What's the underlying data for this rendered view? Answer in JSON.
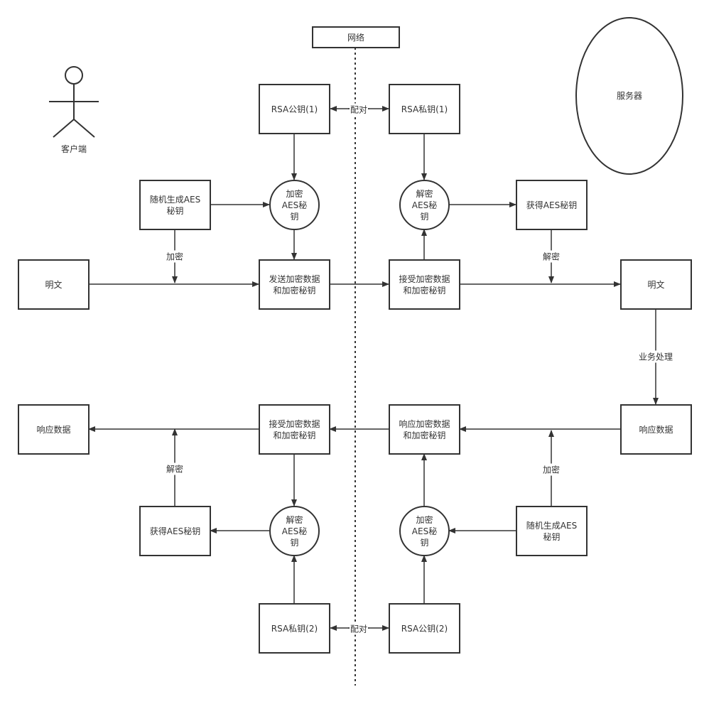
{
  "network": "网络",
  "server": "服务器",
  "client": "客户端",
  "nodes": {
    "rsa_pub1": "RSA公钥(1)",
    "rsa_priv1": "RSA私钥(1)",
    "gen_aes_top": "随机生成AES\n秘钥",
    "get_aes_top": "获得AES秘钥",
    "enc_aes_top": "加密\nAES秘\n钥",
    "dec_aes_top": "解密\nAES秘\n钥",
    "plain_left": "明文",
    "send_enc": "发送加密数据\n和加密秘钥",
    "recv_enc": "接受加密数据\n和加密秘钥",
    "plain_right": "明文",
    "resp_left": "响应数据",
    "recv_enc2": "接受加密数据\n和加密秘钥",
    "resp_enc": "响应加密数据\n和加密秘钥",
    "resp_right": "响应数据",
    "get_aes_bottom": "获得AES秘钥",
    "dec_aes_bottom": "解密\nAES秘\n钥",
    "enc_aes_bottom": "加密\nAES秘\n钥",
    "gen_aes_bottom": "随机生成AES\n秘钥",
    "rsa_priv2": "RSA私钥(2)",
    "rsa_pub2": "RSA公钥(2)"
  },
  "edges": {
    "pair1": "配对",
    "encrypt1": "加密",
    "decrypt1": "解密",
    "business": "业务处理",
    "decrypt2": "解密",
    "encrypt2": "加密",
    "pair2": "配对"
  }
}
